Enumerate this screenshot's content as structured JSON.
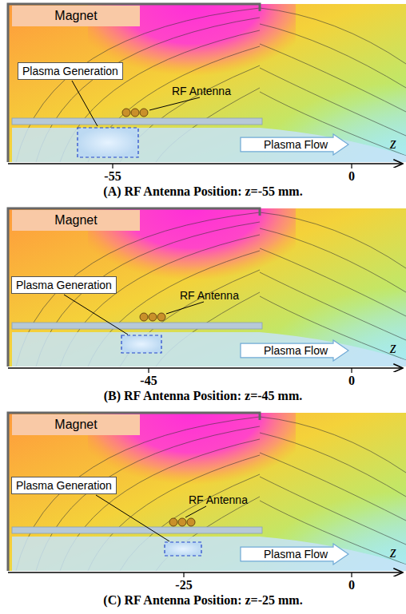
{
  "diagram": {
    "nodes": [
      {
        "text": [
          "Magnet"
        ]
      },
      {
        "text": [
          "Plasma Generation"
        ]
      },
      {
        "text": [
          "Plasma Flow"
        ]
      },
      {
        "text": [
          "Magnet"
        ]
      },
      {
        "text": [
          "Plasma Generation"
        ]
      },
      {
        "text": [
          "Plasma Flow"
        ]
      },
      {
        "text": [
          "Magnet"
        ]
      },
      {
        "text": [
          "Plasma Generation"
        ]
      },
      {
        "text": [
          "Plasma Flow"
        ]
      }
    ],
    "labels": [
      "RF Antenna",
      "z",
      "-55",
      "0",
      "(A) RF Antenna Position: z=-55 mm.",
      "RF Antenna",
      "z",
      "-45",
      "0",
      "(B) RF Antenna Position: z=-45 mm.",
      "RF Antenna",
      "z",
      "-25",
      "0",
      "(C) RF Antenna Position: z=-25 mm."
    ]
  }
}
